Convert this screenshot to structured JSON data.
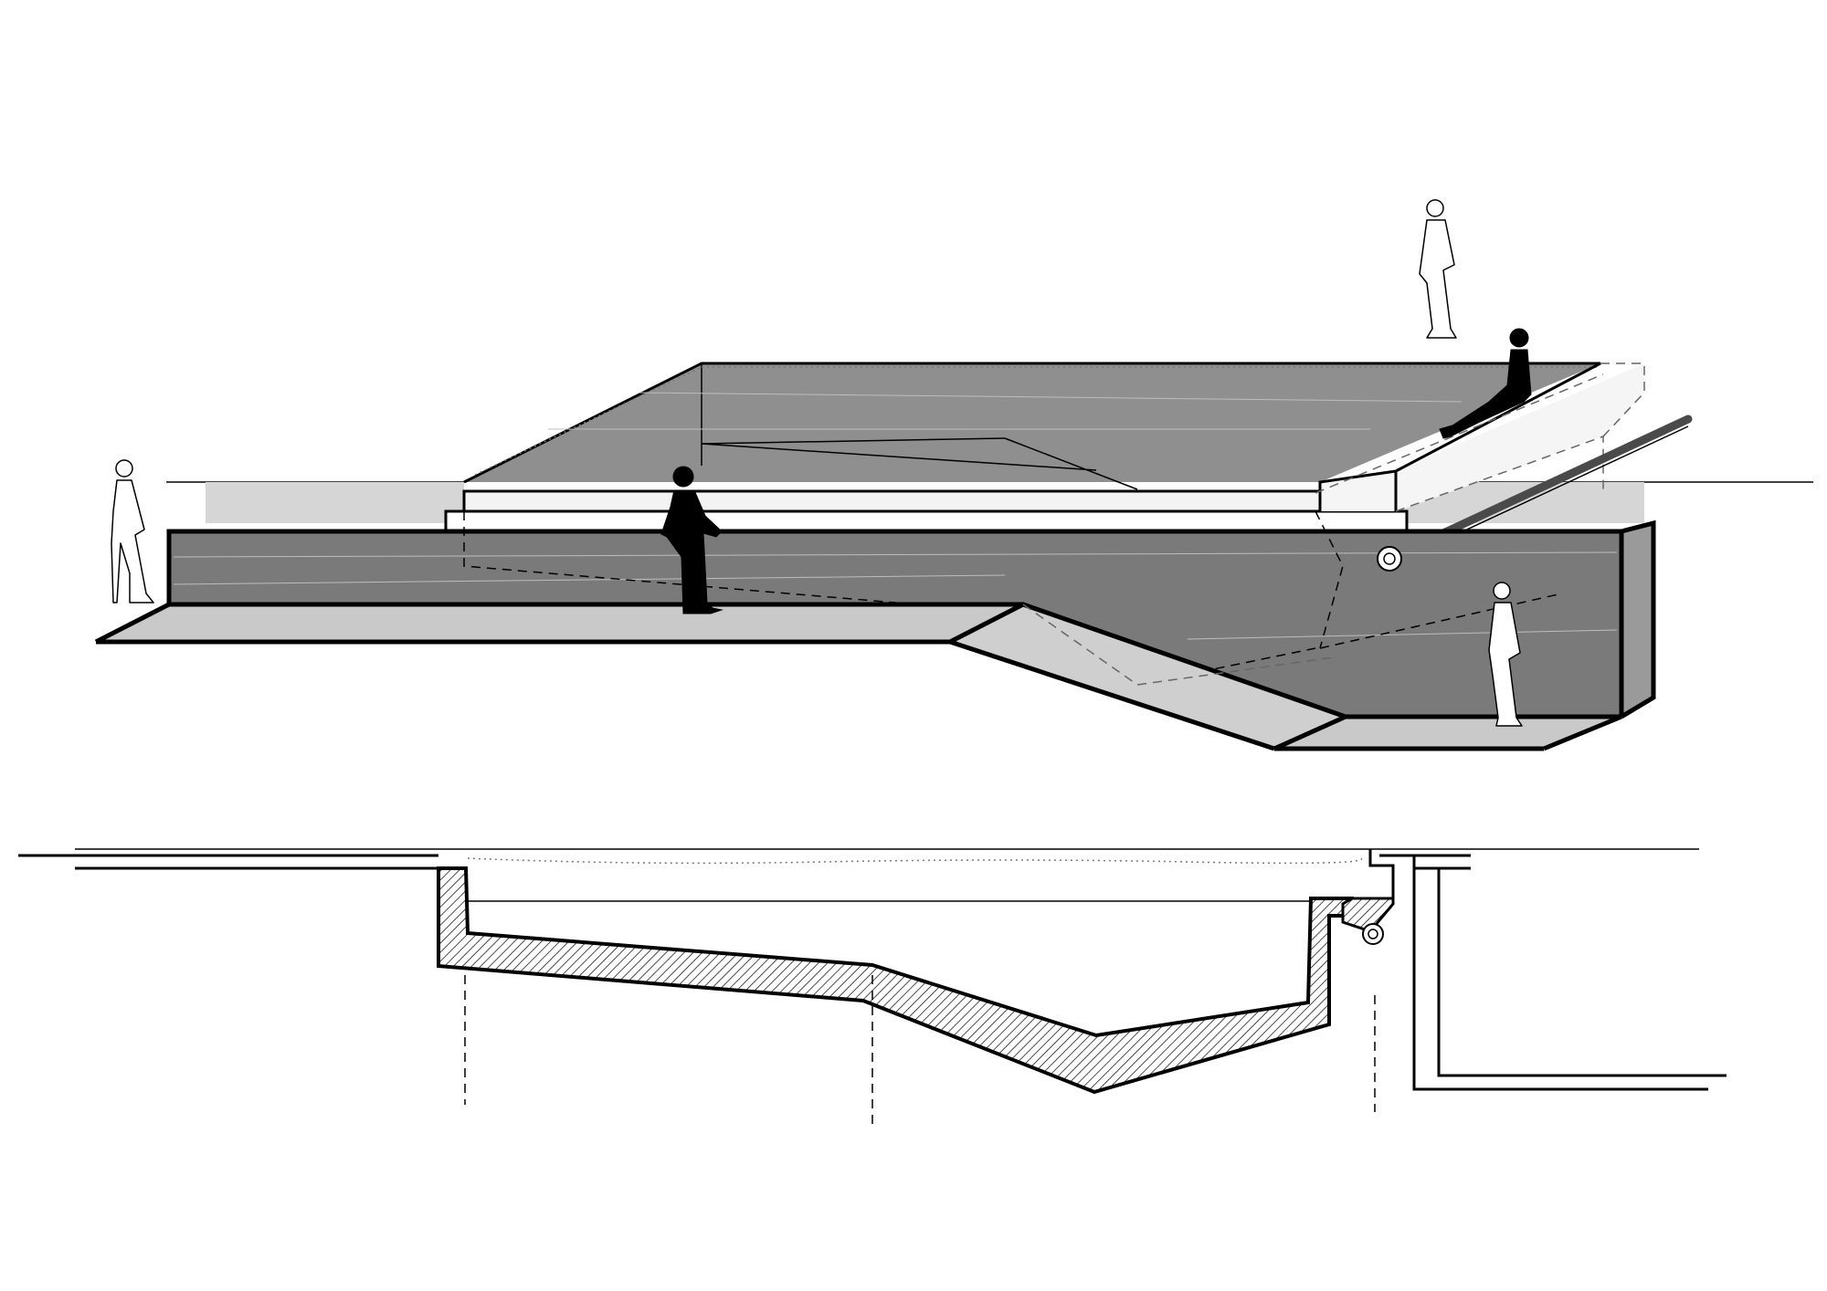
{
  "diagram": {
    "views": [
      {
        "id": "axonometric",
        "kind": "axonometric view"
      },
      {
        "id": "section",
        "kind": "section view"
      }
    ],
    "figures": {
      "count": 5,
      "styles": {
        "solid": "#000000",
        "outline": "#ffffff"
      }
    },
    "colors": {
      "background": "#ffffff",
      "line": "#000000",
      "basin_top": "#8f8f8f",
      "wall_dark": "#7a7a7a",
      "floor_light": "#c9c9c9",
      "ramp": "#cfcfcf",
      "back_wall": "#d6d6d6",
      "bench": "#f3f3f3",
      "pipe": "#4a4a4a"
    }
  }
}
